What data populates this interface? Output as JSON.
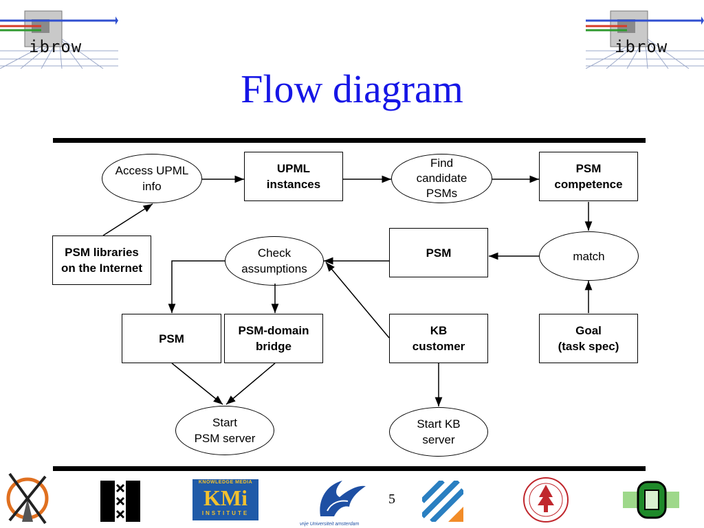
{
  "header": {
    "logo_text": "ibrow",
    "title": "Flow diagram"
  },
  "nodes": {
    "access": "Access UPML\ninfo",
    "upml": "UPML\ninstances",
    "find": "Find\ncandidate\nPSMs",
    "psm_comp": "PSM\ncompetence",
    "libraries": "PSM libraries\non the Internet",
    "check": "Check\nassumptions",
    "psm_mid": "PSM",
    "match": "match",
    "psm_left": "PSM",
    "bridge": "PSM-domain\nbridge",
    "kb": "KB\ncustomer",
    "goal": "Goal\n(task spec)",
    "start_psm": "Start\nPSM server",
    "start_kb": "Start KB\nserver"
  },
  "footer": {
    "page_number": "5",
    "kmi_top": "KNOWLEDGE MEDIA",
    "kmi_main": "KMi",
    "kmi_bottom": "INSTITUTE",
    "vu_text": "vrije Universiteit amsterdam"
  },
  "colors": {
    "title": "#1616e6",
    "kmi_bg": "#1f5aa8",
    "kmi_text": "#f2c12e",
    "stanford": "#c0272d"
  }
}
